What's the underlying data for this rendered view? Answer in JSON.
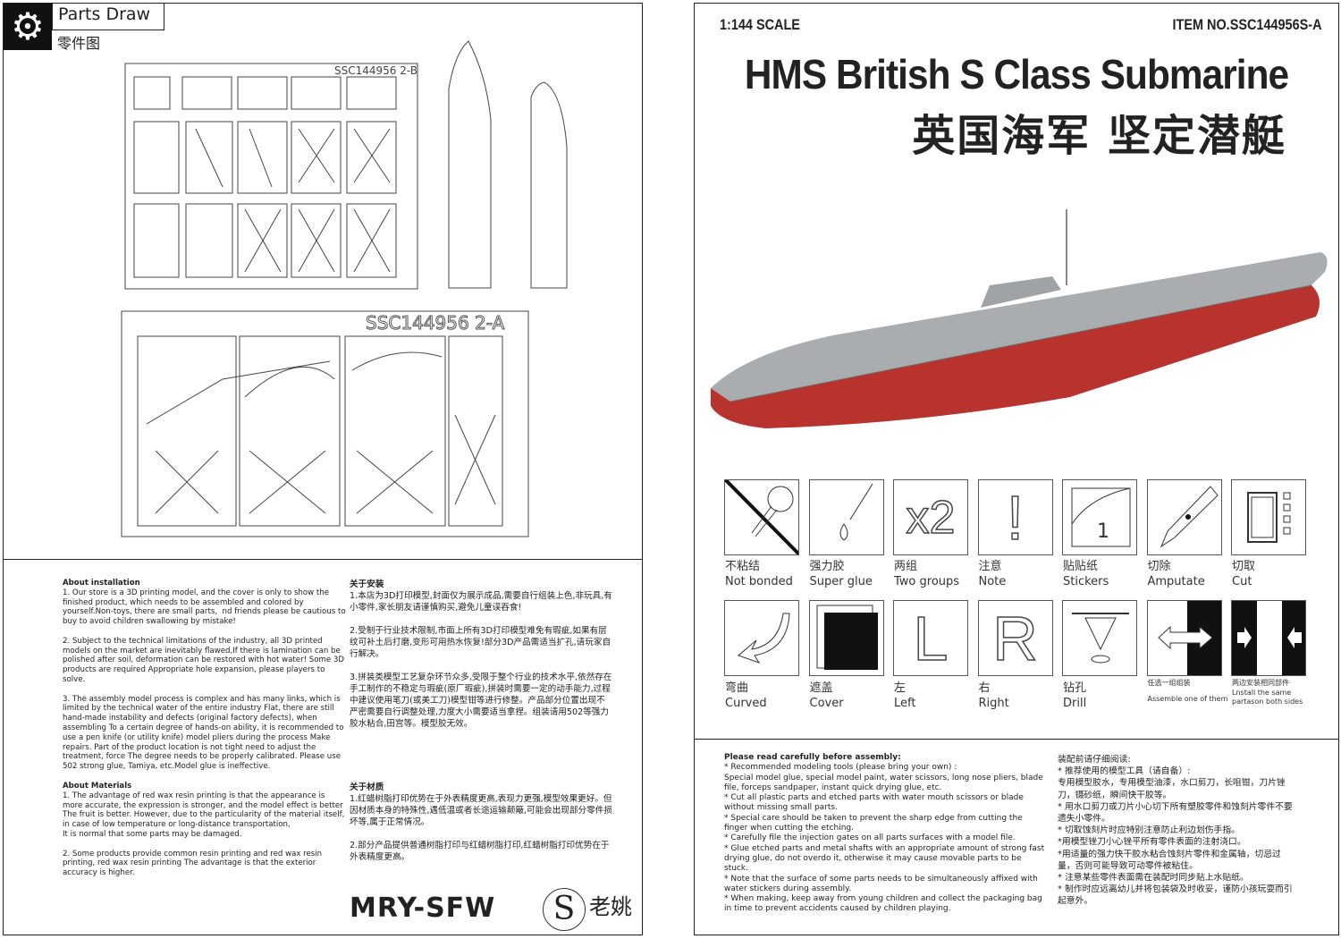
{
  "left": {
    "header": {
      "title": "Parts Draw",
      "subtitle": "零件图",
      "icon": "gear-icon"
    },
    "sprues": {
      "b_label": "SSC144956 2-B",
      "a_label": "SSC144956 2-A"
    },
    "install_en": {
      "heading": "About installation",
      "p1": "1. Our store is a 3D printing model, and the cover is only to show the finished product, which needs to be assembled and colored by yourself.Non-toys, there are small parts,  nd friends please be cautious to buy to avoid children swallowing by mistake!",
      "p2": "2. Subject to the technical limitations of the industry, all 3D printed models on the market are inevitably flawed,If there is lamination can be polished after soil, deformation can be restored with hot water! Some 3D products are required Appropriate hole expansion, please players to solve.",
      "p3": "3. The assembly model process is complex and has many links, which is limited by the technical water of the entire industry Flat, there are still hand-made instability and defects (original factory defects), when assembling To a certain degree of hands-on ability, it is recommended to use a pen knife (or utility knife) model pliers during the process Make repairs. Part of the product location is not tight need to adjust the treatment, force The degree needs to be properly calibrated. Please use 502 strong glue, Tamiya, etc.Model glue is ineffective."
    },
    "materials_en": {
      "heading": "About Materials",
      "p1": "1. The advantage of red wax resin printing is that the appearance is more accurate, the expression is stronger, and the model effect is better The fruit is better. However, due to the particularity of the material itself, in case of low temperature or long-distance transportation,\nIt is normal that some parts may be damaged.",
      "p2": "2. Some products provide common resin printing and red wax resin printing, red wax resin printing The advantage is that the exterior accuracy is higher."
    },
    "install_zh": {
      "heading": "关于安装",
      "p1": "1.本店为3D打印模型,封面仅为展示成品,需要自行组装上色,非玩具,有小零件,家长朋友请谨慎购买,避免儿童误吞食!",
      "p2": "2.受制于行业技术限制,市面上所有3D打印模型难免有瑕疵,如果有层纹可补土后打磨,变形可用热水恢复!部分3D产品需适当扩孔,请玩家自行解决。",
      "p3": "3.拼装类模型工艺复杂环节众多,受限于整个行业的技术水平,依然存在手工制作的不稳定与瑕疵(原厂瑕疵),拼装时需要一定的动手能力,过程中建议使用笔刀(或美工刀)模型钳等进行修整。产品部分位置出现不严密需要自行调整处理,力度大小需要适当拿捏。组装请用502等强力胶水粘合,田宫等。模型胶无效。"
    },
    "materials_zh": {
      "heading": "关于材质",
      "p1": "1.红蜡树脂打印优势在于外表精度更高,表现力更强,模型效果更好。但因材质本身的特殊性,遇低温或者长途运输颠簸,可能会出现部分零件损坏等,属于正常情况。",
      "p2": "2.部分产品提供普通树脂打印与红蜡树脂打印,红蜡树脂打印优势在于外表精度更高。"
    },
    "brand": {
      "name": "MRY-SFW",
      "mark": "S",
      "lao": "老姚"
    }
  },
  "right": {
    "scale": "1:144 SCALE",
    "item_no": "ITEM NO.SSC144956S-A",
    "title": "HMS British S Class Submarine",
    "title_zh": "英国海军 坚定潜艇",
    "hull_colors": {
      "upper": "#a9adb0",
      "lower": "#b8332e"
    },
    "icons_row1": [
      {
        "zh": "不粘结",
        "en": "Not bonded",
        "icon": "not-bonded-icon"
      },
      {
        "zh": "强力胶",
        "en": "Super glue",
        "icon": "glue-drop-icon"
      },
      {
        "zh": "两组",
        "en": "Two groups",
        "icon": "x2-icon",
        "glyph": "x2"
      },
      {
        "zh": "注意",
        "en": "Note",
        "icon": "exclamation-icon",
        "glyph": "!"
      },
      {
        "zh": "贴贴纸",
        "en": "Stickers",
        "icon": "sticker-icon",
        "glyph": "1"
      },
      {
        "zh": "切除",
        "en": "Amputate",
        "icon": "knife-icon"
      },
      {
        "zh": "切取",
        "en": "Cut",
        "icon": "cut-sprue-icon"
      }
    ],
    "icons_row2": [
      {
        "zh": "弯曲",
        "en": "Curved",
        "icon": "curved-arrow-icon"
      },
      {
        "zh": "遮盖",
        "en": "Cover",
        "icon": "cover-icon"
      },
      {
        "zh": "左",
        "en": "Left",
        "icon": "letter-l-icon",
        "glyph": "L"
      },
      {
        "zh": "右",
        "en": "Right",
        "icon": "letter-r-icon",
        "glyph": "R"
      },
      {
        "zh": "钻孔",
        "en": "Drill",
        "icon": "drill-icon"
      },
      {
        "zh": "任选一组组装",
        "en": "Assemble one of them",
        "icon": "choose-one-icon"
      },
      {
        "zh": "两边安装相同部件",
        "en": "Lnstall the same partason both sides",
        "icon": "both-sides-icon"
      }
    ],
    "notes_en": {
      "heading": "Please read carefully before assembly:",
      "body": "* Recommended modeling tools (please bring your own) :\nSpecial model glue, special model paint, water scissors, long nose pliers, blade file, forceps sandpaper, instant quick drying glue, etc.\n* Cut all plastic parts and etched parts with water mouth scissors or blade without missing small parts.\n* Special care should be taken to prevent the sharp edge from cutting the finger when cutting the etching.\n* Carefully file the injection gates on all parts surfaces with a model file.\n* Glue etched parts and metal shafts with an appropriate amount of strong fast drying glue, do not overdo it, otherwise it may cause movable parts to be stuck.\n* Note that the surface of some parts needs to be simultaneously affixed with water stickers during assembly.\n* When making, keep away from young children and collect the packaging bag in time to prevent accidents caused by children playing."
    },
    "notes_zh": {
      "heading": "装配前请仔细阅读:",
      "body": "* 推荐使用的模型工具（请自备）:\n专用模型胶水，专用模型油漆，水口剪刀，长咀钳，刀片锉刀，镊砂纸，瞬间快干胶等。\n* 用水口剪刀或刀片小心切下所有塑胶零件和蚀刻片零件不要遗失小零件。\n* 切取蚀刻片时应特别注意防止利边划伤手指。\n*用模型锉刀小心锉平所有零件表面的注射浇口。\n*用适量的强力快干胶水粘合蚀刻片零件和金属轴，切忌过量，否则可能导致可动零件被粘住。\n* 注意某些零件表面需在装配时同步贴上水贴纸。\n* 制作时应远离幼儿并将包装袋及时收妥，谨防小孩玩耍而引起意外。"
    }
  }
}
